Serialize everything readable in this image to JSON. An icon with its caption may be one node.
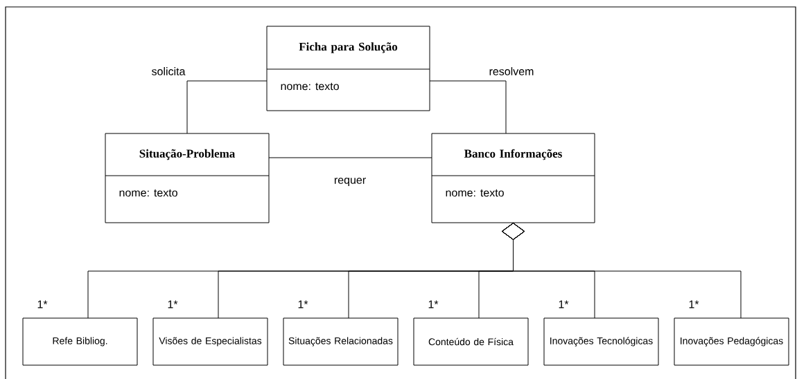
{
  "diagram": {
    "nodes": [
      {
        "text": [
          "Ficha para Solução",
          "nome: texto"
        ]
      },
      {
        "text": [
          "Situação-Problema",
          "nome: texto"
        ]
      },
      {
        "text": [
          "Banco Informações",
          "nome: texto"
        ]
      },
      {
        "text": [
          "Refe Bibliog."
        ]
      },
      {
        "text": [
          "Visões de Especialistas"
        ]
      },
      {
        "text": [
          "Situações Relacionadas"
        ]
      },
      {
        "text": [
          "Conteúdo de Física"
        ]
      },
      {
        "text": [
          "Inovações Tecnológicas"
        ]
      },
      {
        "text": [
          "Inovações Pedagógicas"
        ]
      }
    ],
    "edges": [
      {
        "from": 1,
        "to": 0,
        "arrow": "none",
        "label": "solicita"
      },
      {
        "from": 0,
        "to": 2,
        "arrow": "none",
        "label": "resolvem"
      },
      {
        "from": 1,
        "to": 2,
        "arrow": "none",
        "label": "requer"
      },
      {
        "from": 2,
        "to": 3,
        "arrow": "other",
        "label": "1*"
      },
      {
        "from": 2,
        "to": 4,
        "arrow": "other",
        "label": "1*"
      },
      {
        "from": 2,
        "to": 5,
        "arrow": "other",
        "label": "1*"
      },
      {
        "from": 2,
        "to": 6,
        "arrow": "other",
        "label": "1*"
      },
      {
        "from": 2,
        "to": 7,
        "arrow": "other",
        "label": "1*"
      },
      {
        "from": 2,
        "to": 8,
        "arrow": "other",
        "label": "1*"
      }
    ]
  }
}
